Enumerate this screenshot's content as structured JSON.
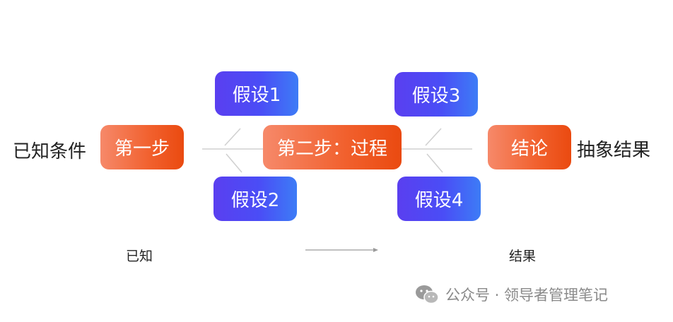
{
  "left_label": "已知条件",
  "right_label": "抽象结果",
  "nodes": {
    "step1": "第一步",
    "step2": "第二步：过程",
    "conclusion": "结论",
    "hyp1": "假设1",
    "hyp2": "假设2",
    "hyp3": "假设3",
    "hyp4": "假设4"
  },
  "bottom": {
    "known": "已知",
    "result": "结果"
  },
  "watermark": "公众号 · 领导者管理笔记",
  "colors": {
    "orange": "#f1602d",
    "blue": "#4a4df6",
    "line": "#cfcfcf"
  }
}
